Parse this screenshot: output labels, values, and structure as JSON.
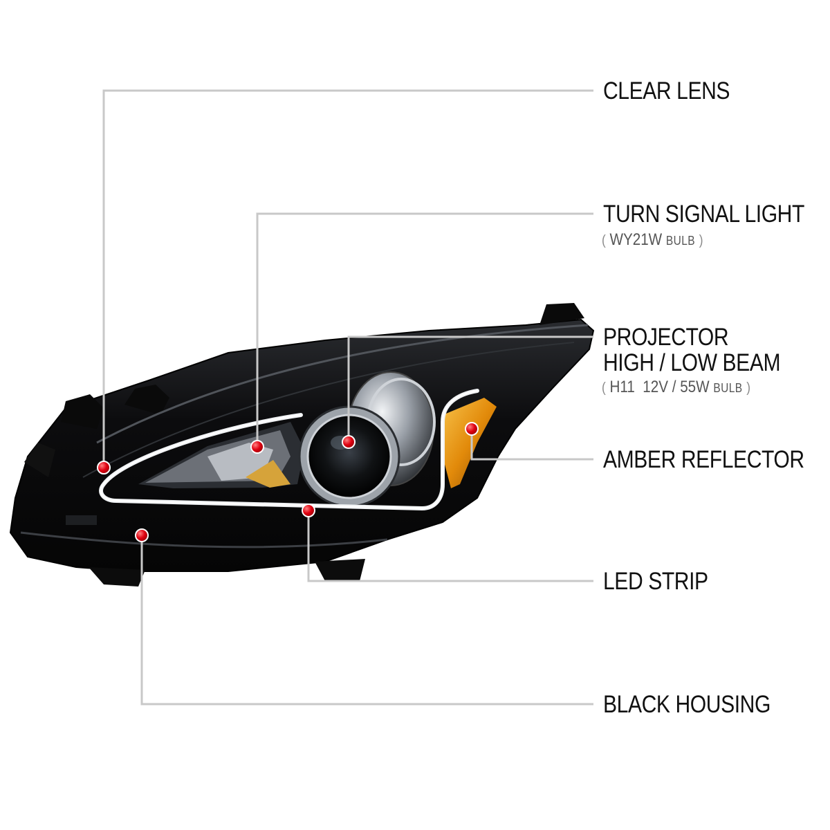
{
  "callouts": {
    "clear_lens": {
      "label": "CLEAR LENS"
    },
    "turn_signal": {
      "label": "TURN SIGNAL LIGHT",
      "open": "(",
      "value": "WY21W",
      "unit": "BULB",
      "close": ")"
    },
    "projector": {
      "label1": "PROJECTOR",
      "label2": "HIGH / LOW BEAM",
      "open": "(",
      "value": "H11  12V / 55W",
      "unit": "BULB",
      "close": ")"
    },
    "amber_reflector": {
      "label": "AMBER REFLECTOR"
    },
    "led_strip": {
      "label": "LED STRIP"
    },
    "black_housing": {
      "label": "BLACK HOUSING"
    }
  },
  "colors": {
    "leader_line": "#c8c8c8",
    "marker": "#e00010",
    "housing": "#0c0c0d",
    "amber": "#e69a0e"
  }
}
